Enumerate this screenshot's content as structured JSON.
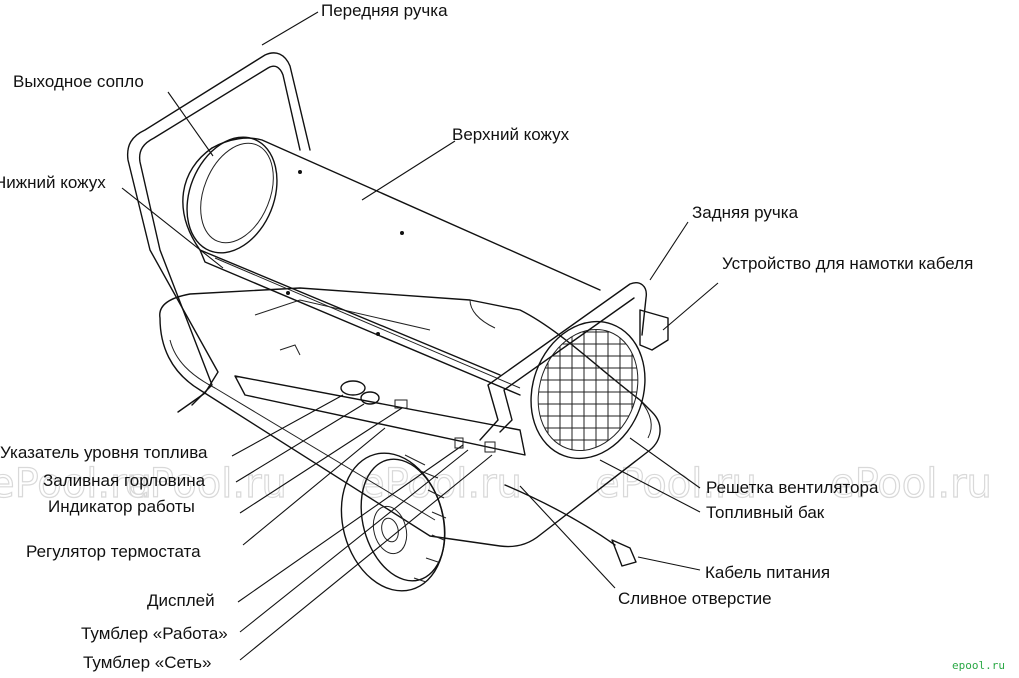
{
  "labels": {
    "front_handle": "Передняя ручка",
    "outlet_nozzle": "Выходное сопло",
    "top_cover": "Верхний кожух",
    "bottom_cover": "Нижний кожух",
    "rear_handle": "Задняя  ручка",
    "cable_winder": "Устройство для намотки кабеля",
    "fuel_gauge": "Указатель уровня топлива",
    "filler_neck": "Заливная горловина",
    "power_indicator": "Индикатор работы",
    "thermostat": "Регулятор термостата",
    "display": "Дисплей",
    "run_switch": "Тумблер «Работа»",
    "mains_switch": "Тумблер «Сеть»",
    "fan_grille": "Решетка вентилятора",
    "fuel_tank": "Топливный бак",
    "power_cable": "Кабель питания",
    "drain_hole": "Сливное отверстие"
  },
  "watermark": "ePool.ru",
  "logo": "epool.ru"
}
